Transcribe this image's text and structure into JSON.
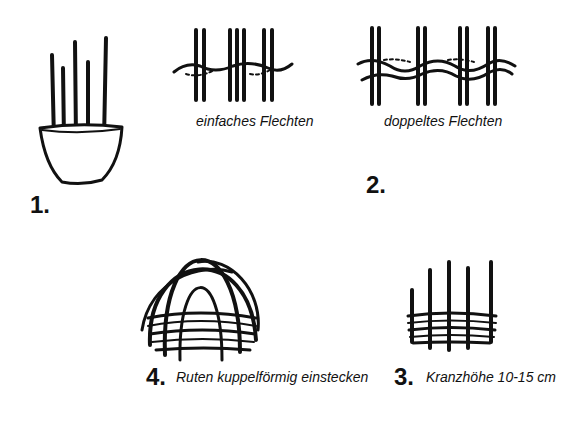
{
  "diagram": {
    "labels": [
      "1.",
      "einfaches Flechten",
      "doppeltes Flechten",
      "2.",
      "4.",
      "Ruten kuppelförmig einstecken",
      "3.",
      "Kranzhöhe 10-15 cm"
    ]
  }
}
